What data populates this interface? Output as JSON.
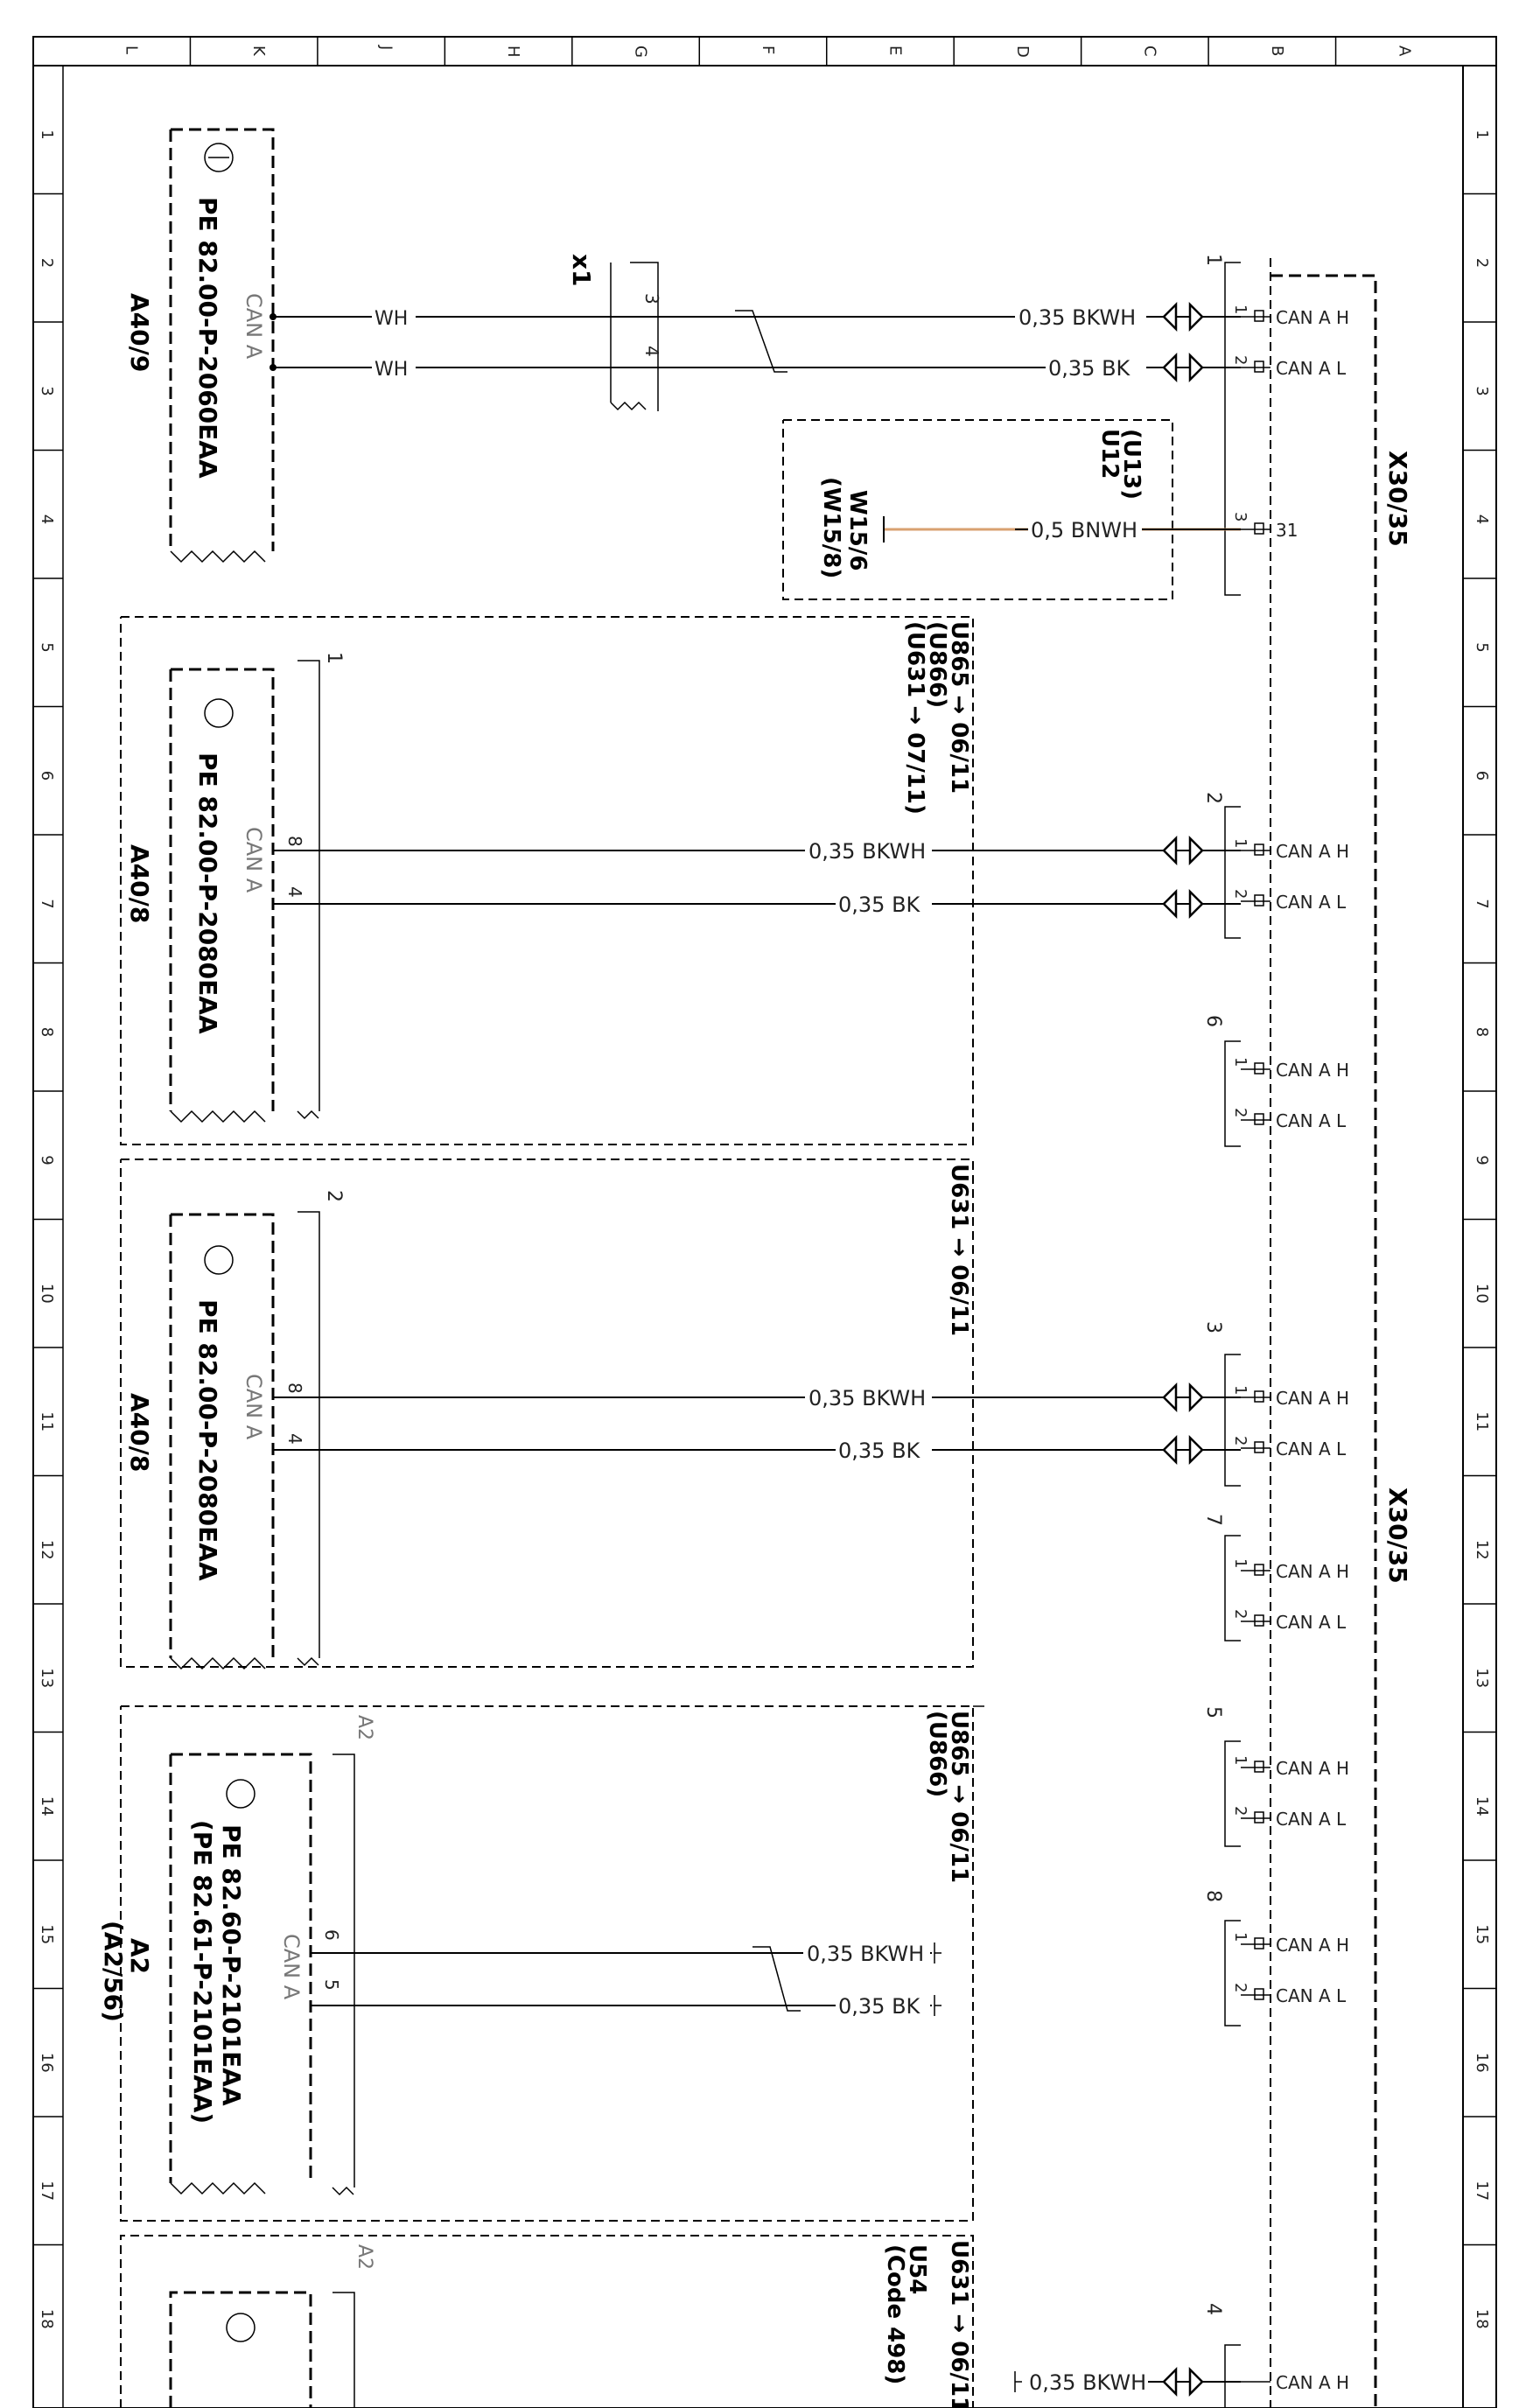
{
  "frame": {
    "columns": [
      "L",
      "K",
      "J",
      "H",
      "G",
      "F",
      "E",
      "D",
      "C",
      "B",
      "A"
    ],
    "rows": [
      "1",
      "2",
      "3",
      "4",
      "5",
      "6",
      "7",
      "8",
      "9",
      "10",
      "11",
      "12",
      "13",
      "14",
      "15",
      "16",
      "17",
      "18"
    ]
  },
  "labels": {
    "can_a": "CAN A",
    "can_a_h": "CAN A H",
    "can_a_l": "CAN A L",
    "pin31": "31",
    "x1": "x1",
    "x30_35": "X30/35",
    "u12": "U12",
    "u13": "(U13)",
    "w15_6": "W15/6",
    "w15_8": "(W15/8)",
    "a40_9": "A40/9",
    "a40_8": "A40/8",
    "a2": "A2",
    "a2_56": "(A2/56)",
    "pe_2060": "PE 82.00-P-2060EAA",
    "pe_2080": "PE 82.00-P-2080EAA",
    "pe_2101a": "PE 82.60-P-2101EAA",
    "pe_2101b": "(PE 82.61-P-2101EAA)",
    "u865_0611": "U865 → 06/11",
    "u866": "(U866)",
    "u631_0711": "(U631 → 07/11)",
    "u631_0611": "U631 → 06/11",
    "u54": "U54",
    "code498": "(Code 498)",
    "one": "1",
    "two": "2"
  },
  "wires": {
    "wh": "WH",
    "bkwh": "0,35 BKWH",
    "bk": "0,35 BK",
    "bnwh": "0,5 BNWH"
  },
  "pins": {
    "p1": "1",
    "p2": "2",
    "p3": "3",
    "p4": "4",
    "p5": "5",
    "p6": "6",
    "p8": "8"
  },
  "connectors": [
    "1",
    "2",
    "6",
    "3",
    "7",
    "5",
    "8",
    "4"
  ],
  "colors": {
    "bnwh_wire": "#d8a070"
  }
}
